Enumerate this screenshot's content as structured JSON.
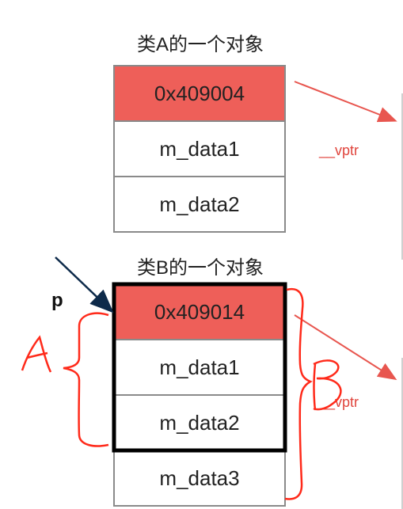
{
  "objectA": {
    "title": "类A的一个对象",
    "cells": [
      "0x409004",
      "m_data1",
      "m_data2"
    ]
  },
  "objectB": {
    "title": "类B的一个对象",
    "cells": [
      "0x409014",
      "m_data1",
      "m_data2",
      "m_data3"
    ]
  },
  "vptr_label": "__vptr",
  "pointer_label": "p",
  "annotations": {
    "a_letter": "A",
    "b_letter": "B"
  },
  "colors": {
    "vptr_cell": "#ee5f59",
    "arrow_red": "#e8564f",
    "pointer_arrow": "#0d2a4a",
    "handwriting": "#ff2a1a"
  }
}
